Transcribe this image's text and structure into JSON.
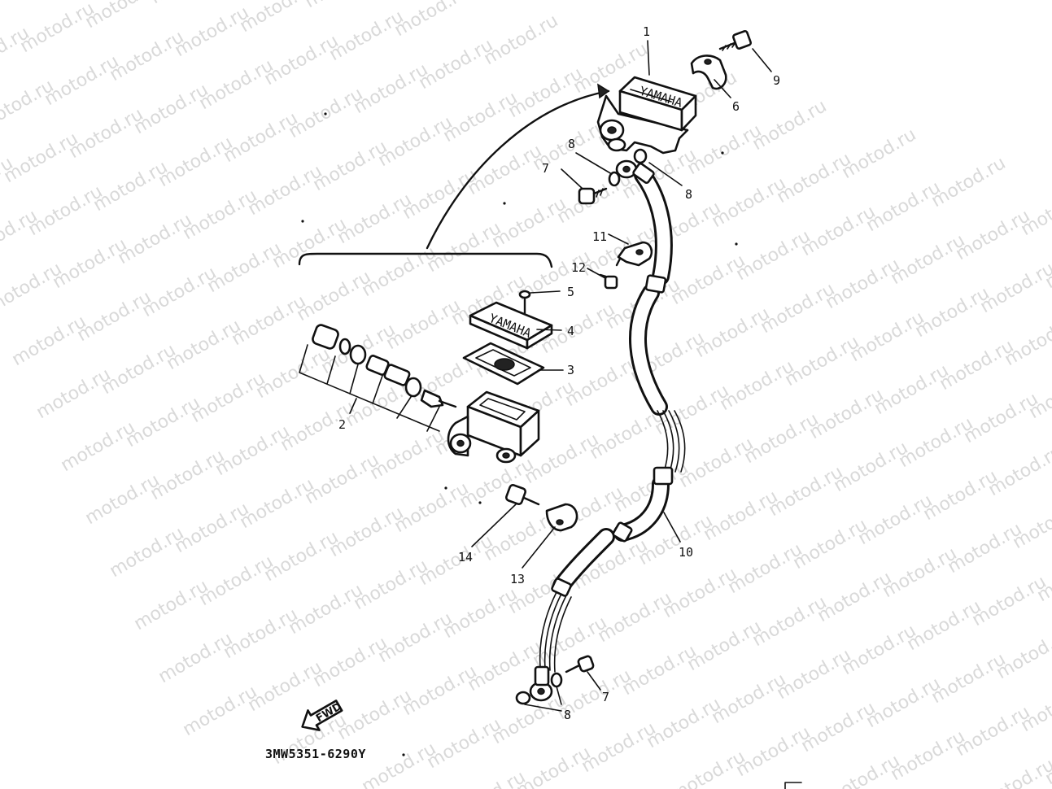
{
  "diagram": {
    "watermark_text": "motod.ru",
    "part_code": "3MW5351-6290Y",
    "fwd_label": "FWD",
    "callouts": [
      {
        "id": "c1",
        "label": "1"
      },
      {
        "id": "c2",
        "label": "2"
      },
      {
        "id": "c3",
        "label": "3"
      },
      {
        "id": "c4",
        "label": "4"
      },
      {
        "id": "c5",
        "label": "5"
      },
      {
        "id": "c6",
        "label": "6"
      },
      {
        "id": "c7a",
        "label": "7"
      },
      {
        "id": "c7b",
        "label": "7"
      },
      {
        "id": "c8a",
        "label": "8"
      },
      {
        "id": "c8b",
        "label": "8"
      },
      {
        "id": "c8c",
        "label": "8"
      },
      {
        "id": "c9",
        "label": "9"
      },
      {
        "id": "c10",
        "label": "10"
      },
      {
        "id": "c11",
        "label": "11"
      },
      {
        "id": "c12",
        "label": "12"
      },
      {
        "id": "c13",
        "label": "13"
      },
      {
        "id": "c14",
        "label": "14"
      }
    ]
  }
}
